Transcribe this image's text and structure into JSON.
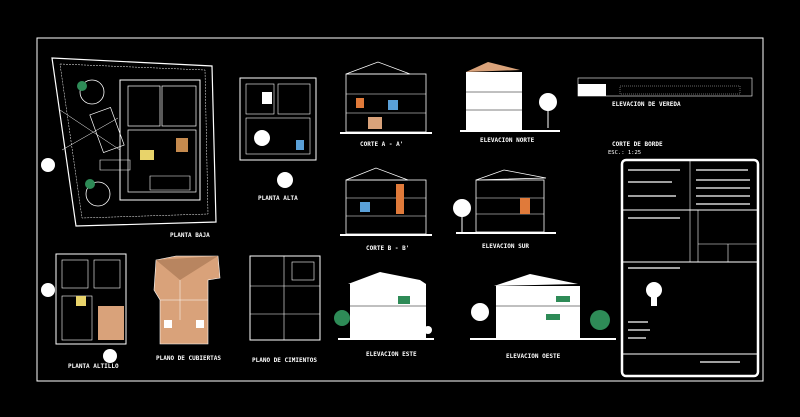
{
  "drawing": {
    "labels": {
      "planta_baja": "PLANTA BAJA",
      "planta_alta": "PLANTA ALTA",
      "planta_altillo": "PLANTA ALTILLO",
      "plano_cubiertas": "PLANO DE CUBIERTAS",
      "plano_cimientos": "PLANO DE CIMIENTOS",
      "corte_a": "CORTE A - A'",
      "corte_b": "CORTE B - B'",
      "elevacion_norte": "ELEVACION NORTE",
      "elevacion_sur": "ELEVACION SUR",
      "elevacion_este": "ELEVACION ESTE",
      "elevacion_oeste": "ELEVACION OESTE",
      "elevacion_vereda": "ELEVACION DE VEREDA",
      "corte_borde": "CORTE DE BORDE",
      "escala": "ESC.: 1:25"
    },
    "colors": {
      "background": "#000000",
      "lines": "#ffffff",
      "roof": "#d9a27a",
      "tree": "#2e8b57",
      "accent_blue": "#5aa0d8",
      "accent_orange": "#e07a3a"
    }
  }
}
